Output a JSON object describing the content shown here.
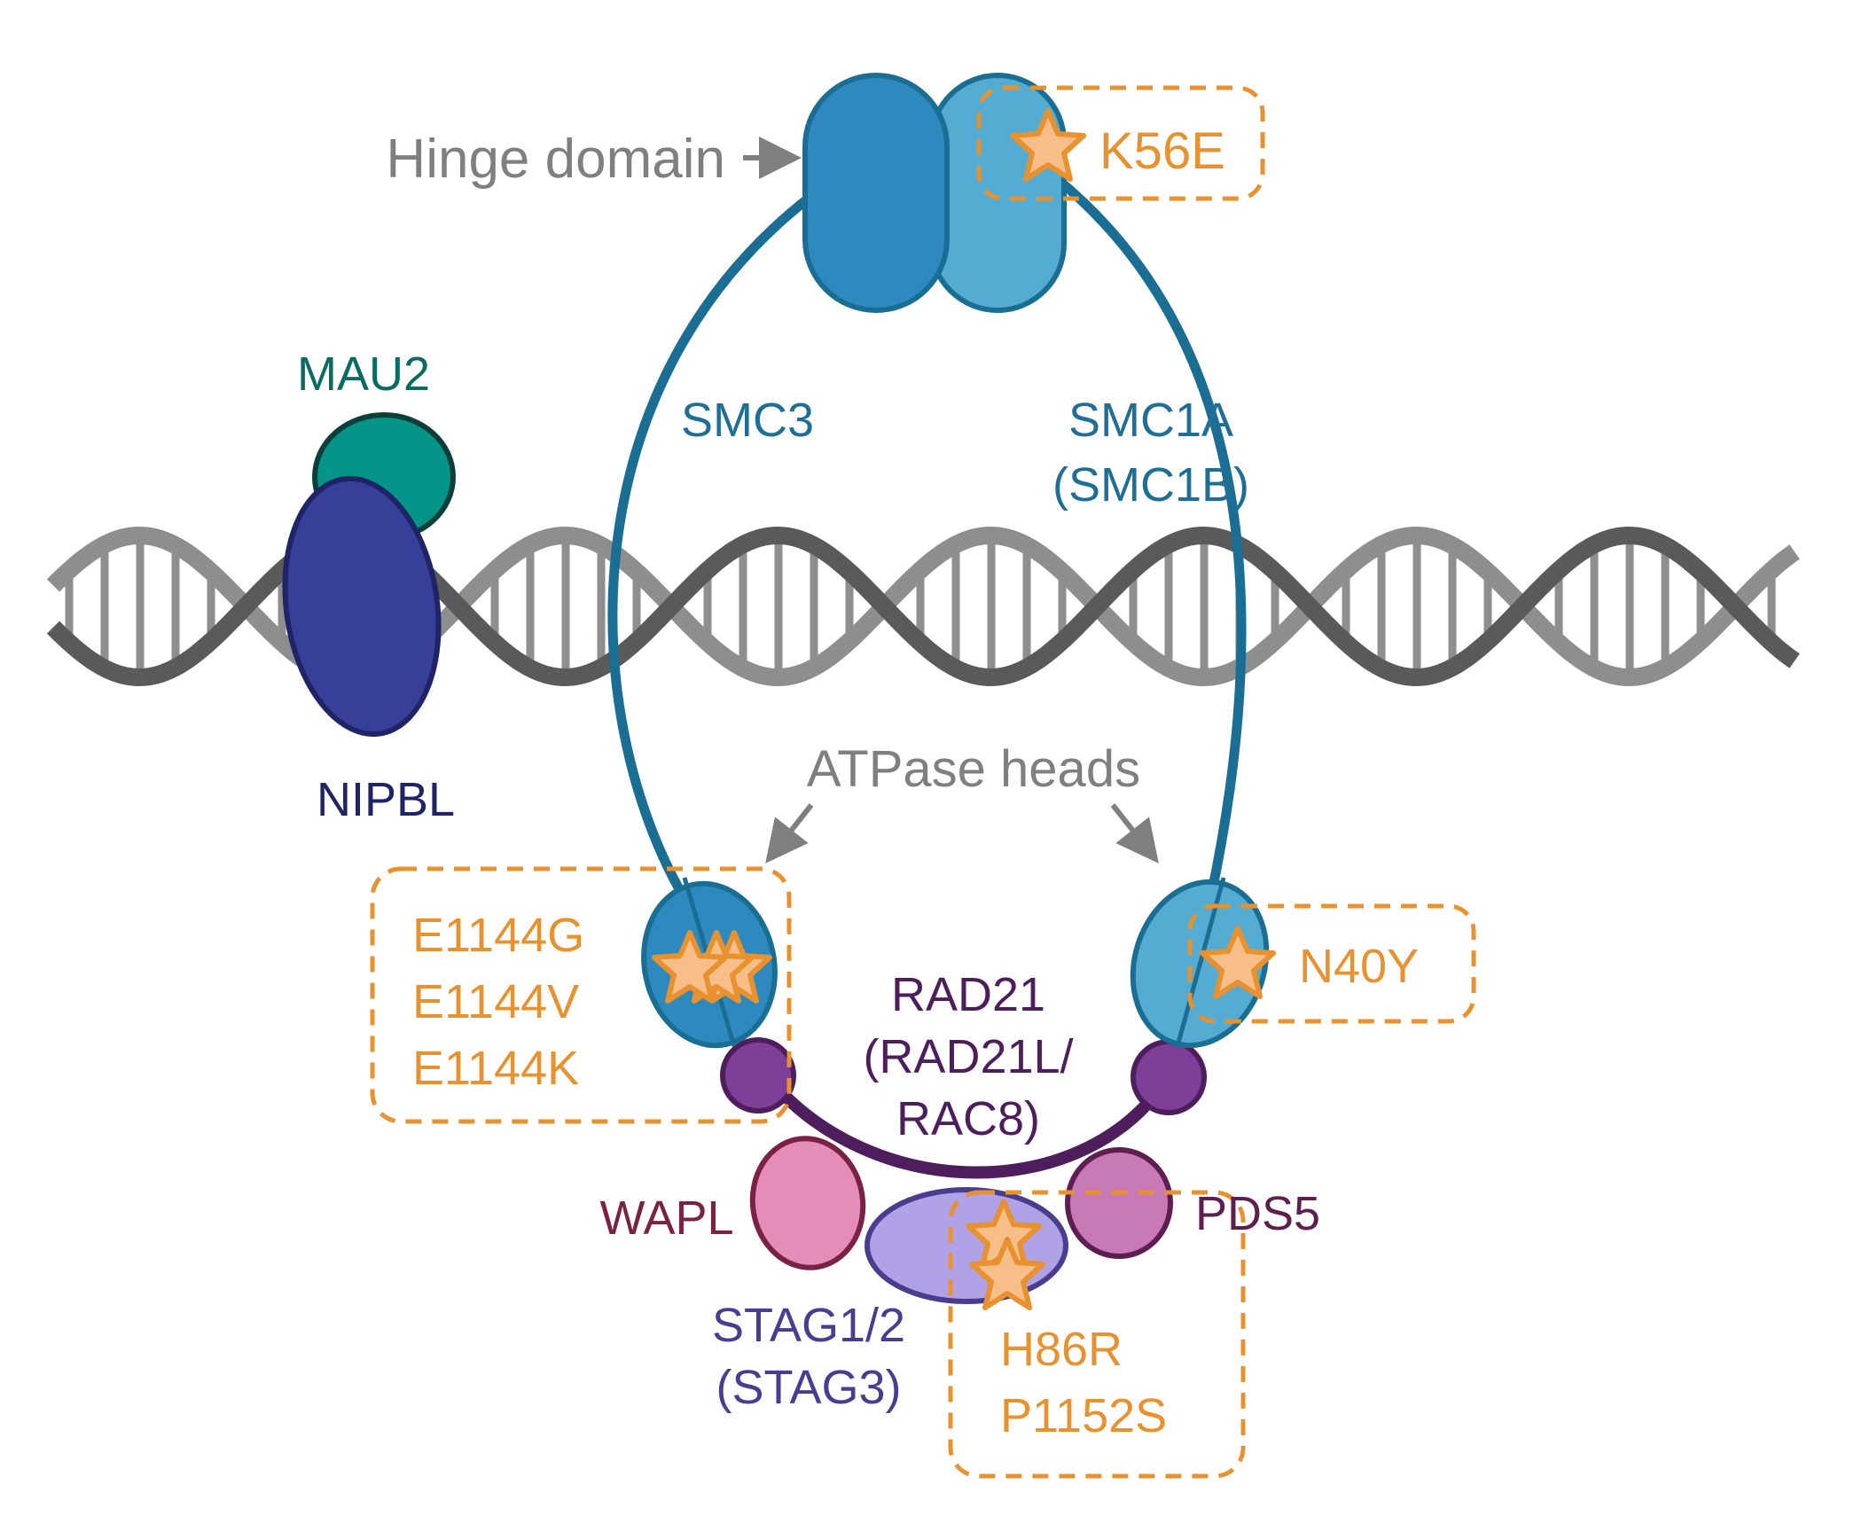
{
  "labels": {
    "hinge_domain": "Hinge domain",
    "mau2": "MAU2",
    "nipbl": "NIPBL",
    "smc3": "SMC3",
    "smc1a_line1": "SMC1A",
    "smc1a_line2": "(SMC1B)",
    "atpase_heads": "ATPase heads",
    "rad21_line1": "RAD21",
    "rad21_line2": "(RAD21L/",
    "rad21_line3": "RAC8)",
    "wapl": "WAPL",
    "pds5": "PDS5",
    "stag_line1": "STAG1/2",
    "stag_line2": "(STAG3)"
  },
  "mutations": {
    "hinge": [
      "K56E"
    ],
    "smc3_head": [
      "E1144G",
      "E1144V",
      "E1144K"
    ],
    "smc1a_head": [
      "N40Y"
    ],
    "stag": [
      "H86R",
      "P1152S"
    ]
  },
  "colors": {
    "mutation": "#E8912F",
    "star_fill": "#F8BE8A",
    "arrow_gray": "#7F7F7F",
    "smc3": "#2E89BF",
    "smc1a": "#54ACD2",
    "smc_ring": "#1B6E93",
    "smc_label": "#1F6E96",
    "mau2": "#049488",
    "mau2_label": "#0A6B63",
    "nipbl": "#373F99",
    "nipbl_label": "#1E2466",
    "rad21": "#7E3F98",
    "rad21_label": "#4E1D5C",
    "wapl": "#E58CB8",
    "wapl_label": "#7A2146",
    "pds5": "#C77AB6",
    "pds5_label": "#5E1E50",
    "stag": "#B1A1E6",
    "stag_label": "#4A3C8F",
    "dna_dark": "#5A5A5A",
    "dna_light": "#8E8E8E"
  }
}
